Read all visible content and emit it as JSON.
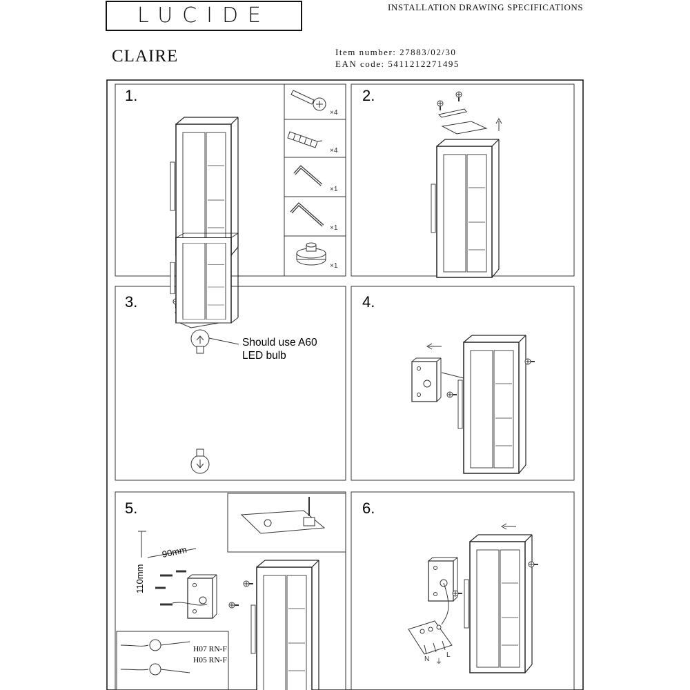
{
  "header": {
    "brand": "LUCIDE",
    "doc_title": "INSTALLATION DRAWING SPECIFICATIONS",
    "product": "CLAIRE",
    "item_number": "Item number: 27883/02/30",
    "ean_code": "EAN code: 5411212271495"
  },
  "steps": [
    {
      "number": "1."
    },
    {
      "number": "2."
    },
    {
      "number": "3."
    },
    {
      "number": "4."
    },
    {
      "number": "5."
    },
    {
      "number": "6."
    }
  ],
  "parts": [
    {
      "icon": "screw-icon",
      "qty": "×4"
    },
    {
      "icon": "wall-plug-icon",
      "qty": "×4"
    },
    {
      "icon": "allen-key-small-icon",
      "qty": "×1"
    },
    {
      "icon": "allen-key-large-icon",
      "qty": "×1"
    },
    {
      "icon": "cable-gland-icon",
      "qty": "×1"
    }
  ],
  "step3": {
    "bulb_note_line1": "Should use A60",
    "bulb_note_line2": "LED bulb"
  },
  "step5": {
    "dim_horizontal": "90mm",
    "dim_vertical": "110mm",
    "cable1": "H07 RN-F",
    "cable2": "H05 RN-F"
  },
  "step6": {
    "terminal_labels": [
      "N",
      "⏚",
      "L"
    ]
  }
}
